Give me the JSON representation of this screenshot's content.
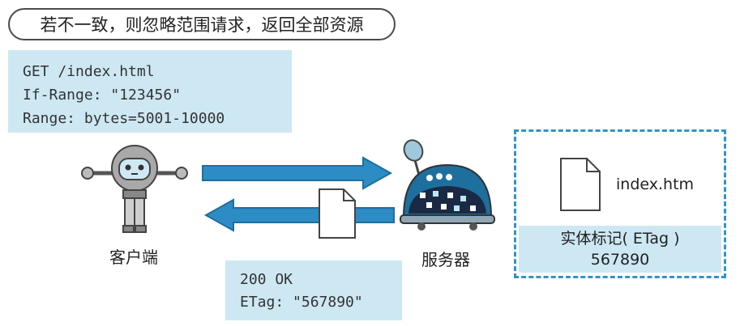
{
  "caption": "若不一致，则忽略范围请求，返回全部资源",
  "request": {
    "lines": [
      "GET /index.html",
      "If-Range: \"123456\"",
      "Range: bytes=5001-10000"
    ]
  },
  "response": {
    "lines": [
      "200 OK",
      "ETag: \"567890\""
    ]
  },
  "client": {
    "label": "客户端"
  },
  "server": {
    "label": "服务器",
    "file_name": "index.htm",
    "etag_label": "实体标记( ETag )",
    "etag_value": "567890"
  },
  "colors": {
    "arrow": "#2d8cc4",
    "box_fill": "#cde8f3",
    "dashed_border": "#2e95c9"
  },
  "icons": [
    "client-robot-icon",
    "server-robot-icon",
    "document-icon",
    "request-arrow-icon",
    "response-arrow-icon"
  ]
}
